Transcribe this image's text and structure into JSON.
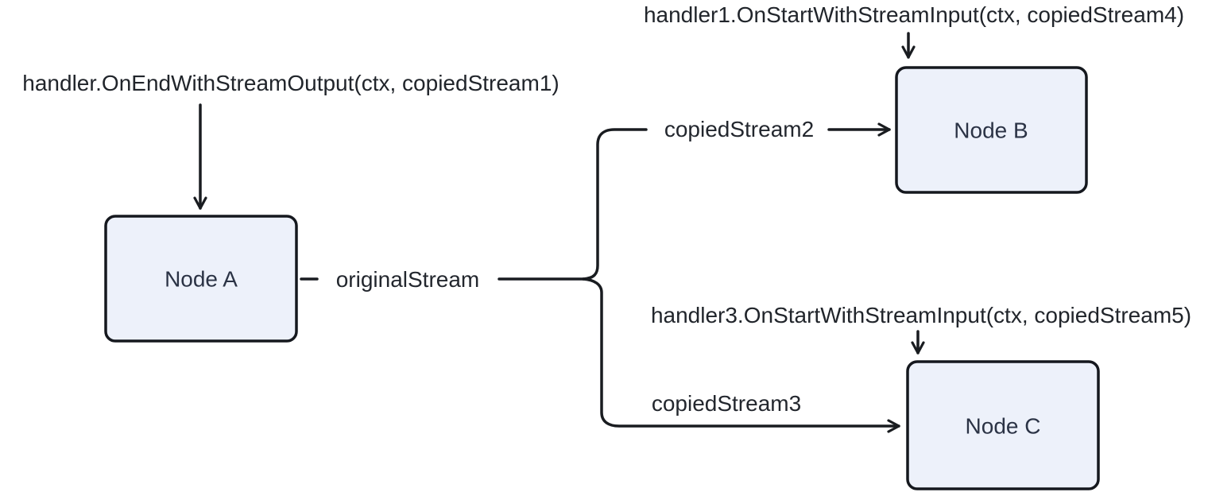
{
  "diagram": {
    "type": "flowchart",
    "nodes": [
      {
        "id": "A",
        "label": "Node A"
      },
      {
        "id": "B",
        "label": "Node B"
      },
      {
        "id": "C",
        "label": "Node C"
      }
    ],
    "edges": [
      {
        "from": "A",
        "to": "split-junction",
        "label": "originalStream"
      },
      {
        "from": "split-junction",
        "to": "B",
        "label": "copiedStream2"
      },
      {
        "from": "split-junction",
        "to": "C",
        "label": "copiedStream3"
      }
    ],
    "annotations": [
      {
        "target": "A",
        "text": "handler.OnEndWithStreamOutput(ctx, copiedStream1)"
      },
      {
        "target": "B",
        "text": "handler1.OnStartWithStreamInput(ctx, copiedStream4)"
      },
      {
        "target": "C",
        "text": "handler3.OnStartWithStreamInput(ctx, copiedStream5)"
      }
    ],
    "colors": {
      "background": "#ffffff",
      "node_fill": "#edf1fa",
      "node_border": "#15181e",
      "node_text": "#2b3345",
      "edge_line": "#191c20",
      "label_text": "#23272e",
      "annotation_text": "#21252b"
    }
  }
}
